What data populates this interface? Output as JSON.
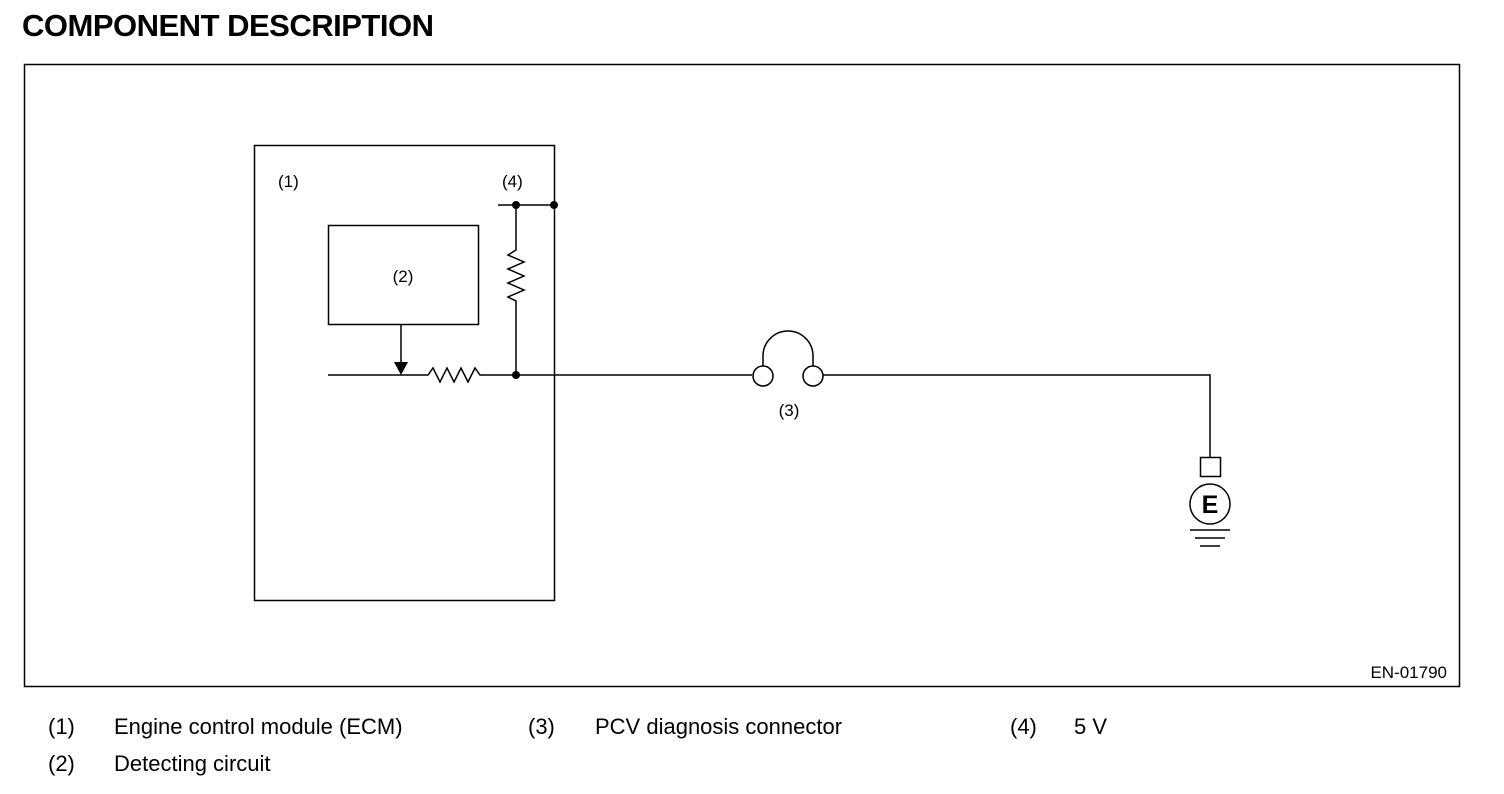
{
  "heading": "COMPONENT DESCRIPTION",
  "diagram": {
    "labels": {
      "ecm": "(1)",
      "detecting_circuit": "(2)",
      "connector": "(3)",
      "voltage": "(4)"
    },
    "ground_symbol": "E",
    "figure_id": "EN-01790"
  },
  "legend": [
    {
      "number": "(1)",
      "text": "Engine control module (ECM)"
    },
    {
      "number": "(2)",
      "text": "Detecting circuit"
    },
    {
      "number": "(3)",
      "text": "PCV diagnosis connector"
    },
    {
      "number": "(4)",
      "text": "5 V"
    }
  ]
}
